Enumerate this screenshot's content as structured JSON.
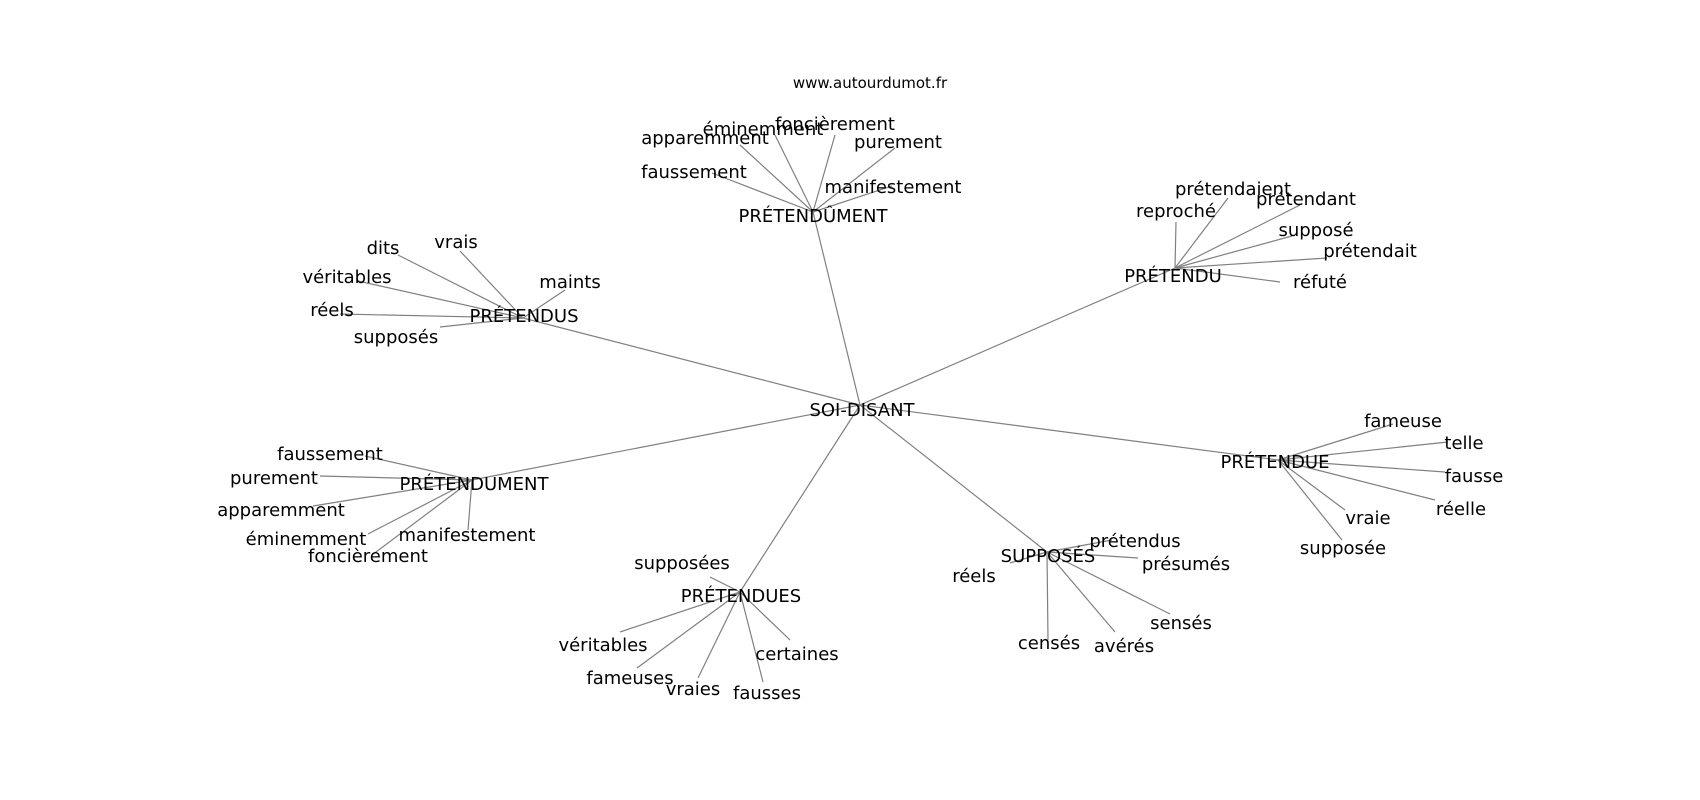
{
  "source": "www.autourdumot.fr",
  "edge_color": "#808080",
  "text_color": "#000000",
  "root": "SOI-DISANT",
  "clusters": [
    {
      "label": "PRÉTENDÛMENT",
      "words": [
        "apparemment",
        "éminemment",
        "foncièrement",
        "purement",
        "faussement",
        "manifestement"
      ]
    },
    {
      "label": "PRÉTENDU",
      "words": [
        "prétendaient",
        "reproché",
        "prétendant",
        "supposé",
        "prétendait",
        "réfuté"
      ]
    },
    {
      "label": "PRÉTENDUS",
      "words": [
        "dits",
        "vrais",
        "véritables",
        "maints",
        "réels",
        "supposés"
      ]
    },
    {
      "label": "PRÉTENDUE",
      "words": [
        "fameuse",
        "telle",
        "fausse",
        "réelle",
        "vraie",
        "supposée"
      ]
    },
    {
      "label": "PRÉTENDUMENT",
      "words": [
        "faussement",
        "purement",
        "apparemment",
        "éminemment",
        "manifestement",
        "foncièrement"
      ]
    },
    {
      "label": "SUPPOSÉS",
      "words": [
        "prétendus",
        "réels",
        "présumés",
        "sensés",
        "censés",
        "avérés"
      ]
    },
    {
      "label": "PRÉTENDUES",
      "words": [
        "supposées",
        "véritables",
        "certaines",
        "fameuses",
        "vraies",
        "fausses"
      ]
    }
  ]
}
